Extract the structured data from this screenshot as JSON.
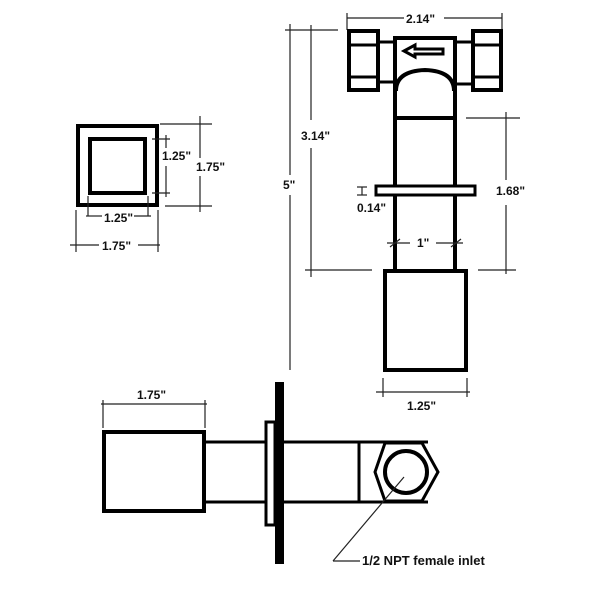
{
  "diagram": {
    "type": "technical-drawing",
    "background": "#ffffff",
    "line_color": "#000000",
    "views": {
      "end_view": {
        "inner_width": "1.25\"",
        "inner_height": "1.25\"",
        "outer_width": "1.75\"",
        "outer_height": "1.75\""
      },
      "front_view": {
        "top_width": "2.14\"",
        "total_height": "5\"",
        "upper_height": "3.14\"",
        "flange_thickness": "0.14\"",
        "lower_pipe_height": "1.68\"",
        "pipe_width": "1\"",
        "base_width": "1.25\"",
        "flow_arrow_direction": "left"
      },
      "side_view": {
        "block_length": "1.75\"",
        "inlet_note": "1/2 NPT female inlet"
      }
    }
  }
}
